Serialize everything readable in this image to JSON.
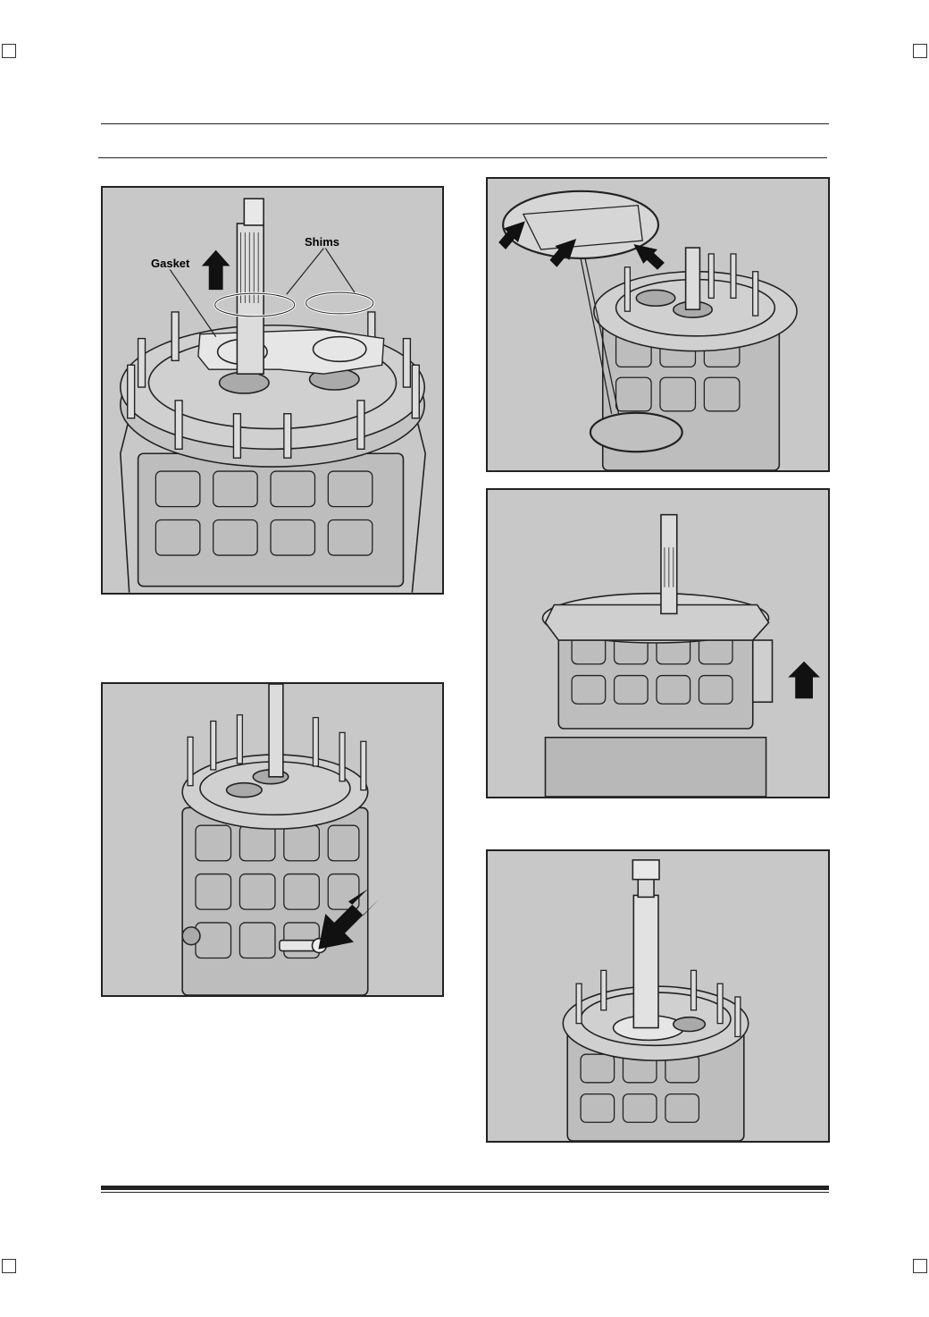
{
  "figures": [
    {
      "id": "fig-1",
      "labels": {
        "gasket": "Gasket",
        "shims": "Shims"
      }
    },
    {
      "id": "fig-2"
    },
    {
      "id": "fig-3"
    },
    {
      "id": "fig-4"
    },
    {
      "id": "fig-5"
    }
  ],
  "colors": {
    "panel_bg": "#c8c8c8",
    "ink": "#222222",
    "arrow": "#111111"
  }
}
